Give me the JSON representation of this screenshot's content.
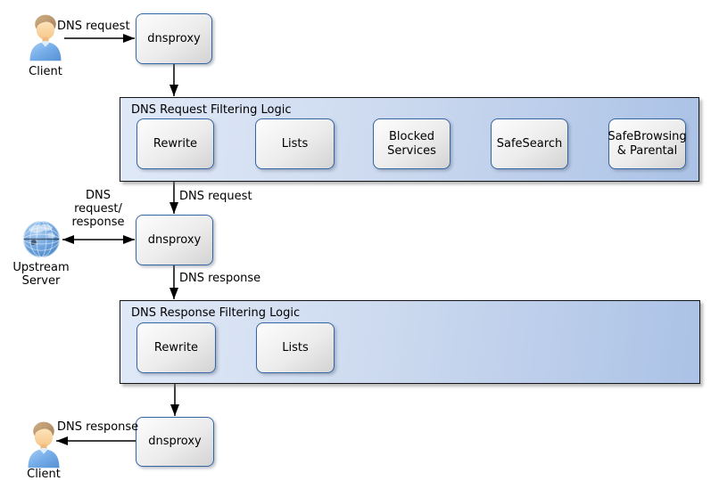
{
  "nodes": {
    "dnsproxy1": {
      "label": "dnsproxy"
    },
    "dnsproxy2": {
      "label": "dnsproxy"
    },
    "dnsproxy3": {
      "label": "dnsproxy"
    }
  },
  "actors": {
    "client_top": {
      "label": "Client"
    },
    "upstream_server": {
      "label": "Upstream Server"
    },
    "client_bottom": {
      "label": "Client"
    }
  },
  "containers": [
    {
      "title": "DNS Request Filtering Logic",
      "boxes": [
        {
          "label": "Rewrite"
        },
        {
          "label": "Lists"
        },
        {
          "label": "Blocked Services"
        },
        {
          "label": "SafeSearch"
        },
        {
          "label": "SafeBrowsing & Parental"
        }
      ]
    },
    {
      "title": "DNS Response Filtering Logic",
      "boxes": [
        {
          "label": "Rewrite"
        },
        {
          "label": "Lists"
        }
      ]
    }
  ],
  "edges": {
    "client_to_dnsproxy1": {
      "label": "DNS request"
    },
    "filter_request_to_dnsproxy2": {
      "label": "DNS request"
    },
    "upstream_link": {
      "label": "DNS request/ response"
    },
    "dnsproxy2_to_filter_response": {
      "label": "DNS response"
    },
    "dnsproxy3_to_client": {
      "label": "DNS response"
    }
  },
  "colors": {
    "accent_border": "#3465a4",
    "container_from": "#e0e9f7",
    "container_to": "#abc2e6",
    "box_from": "#fdfdfd",
    "box_to": "#d3d3d3",
    "arrow": "#000000",
    "globe_blue": "#5a94d4",
    "person_shirt": "#74ace8",
    "person_hair": "#b9946a",
    "person_skin": "#fcd9a4"
  }
}
